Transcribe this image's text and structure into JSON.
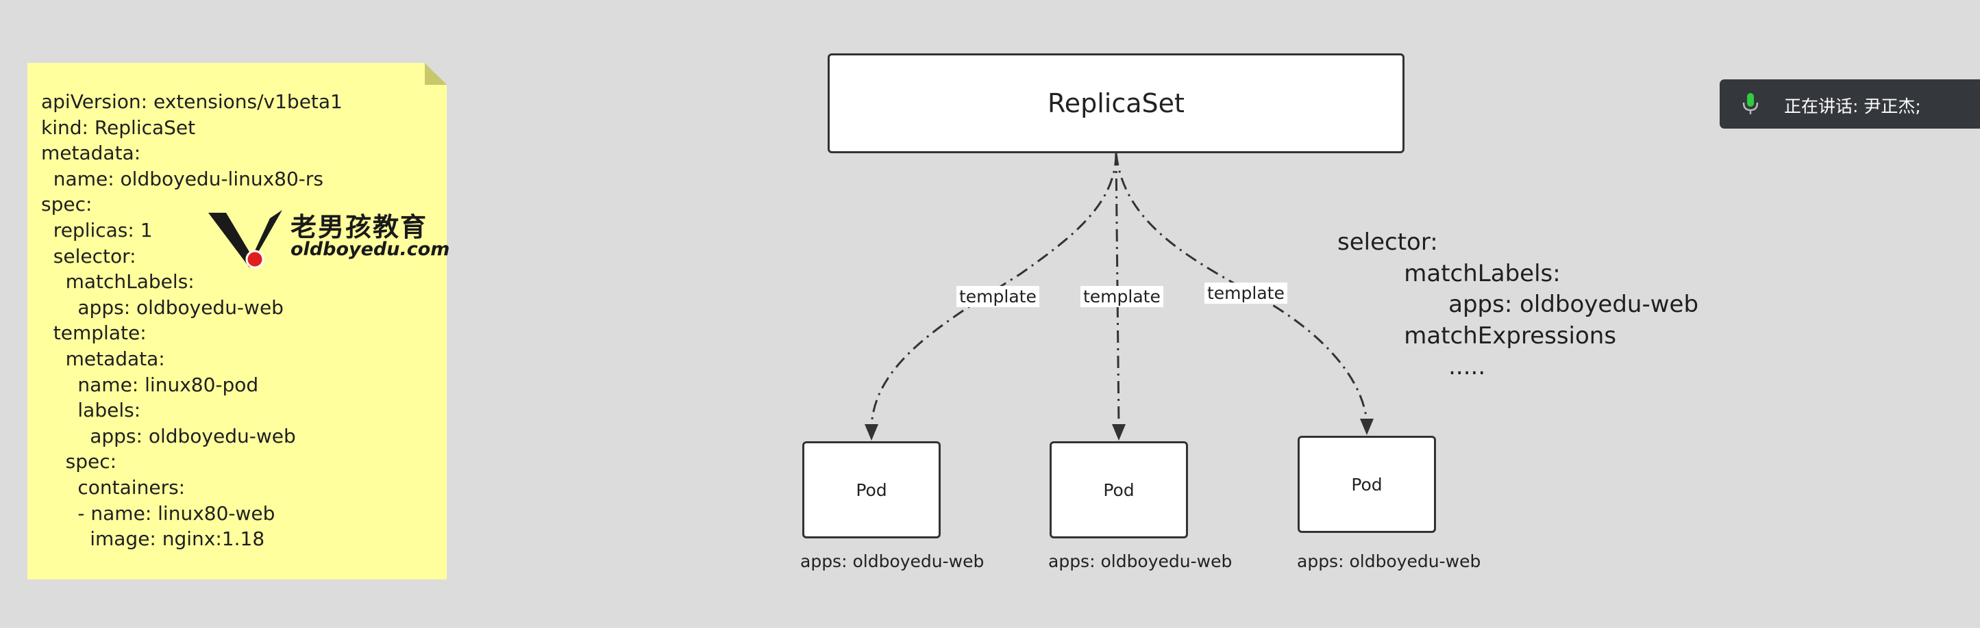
{
  "yaml_lines": [
    "apiVersion: extensions/v1beta1",
    "kind: ReplicaSet",
    "metadata:",
    "  name: oldboyedu-linux80-rs",
    "spec:",
    "  replicas: 1",
    "  selector:",
    "    matchLabels:",
    "      apps: oldboyedu-web",
    "  template:",
    "    metadata:",
    "      name: linux80-pod",
    "      labels:",
    "        apps: oldboyedu-web",
    "    spec:",
    "      containers:",
    "      - name: linux80-web",
    "        image: nginx:1.18"
  ],
  "logo": {
    "cn": "老男孩教育",
    "en": "oldboyedu.com"
  },
  "diagram": {
    "replicaset_label": "ReplicaSet",
    "edge_labels": [
      "template",
      "template",
      "template"
    ],
    "pods": [
      {
        "label": "Pod",
        "caption": "apps: oldboyedu-web"
      },
      {
        "label": "Pod",
        "caption": "apps: oldboyedu-web"
      },
      {
        "label": "Pod",
        "caption": "apps: oldboyedu-web"
      }
    ],
    "selector_lines": [
      "selector:",
      "         matchLabels:",
      "               apps: oldboyedu-web",
      "         matchExpressions",
      "               ....."
    ]
  },
  "speaking": {
    "text": "正在讲话: 尹正杰;",
    "icon": "microphone-icon"
  },
  "colors": {
    "note": "#ffff9e",
    "background": "#dcdcdc",
    "mic": "#2ecc40",
    "logo_dot": "#e11d1d"
  }
}
